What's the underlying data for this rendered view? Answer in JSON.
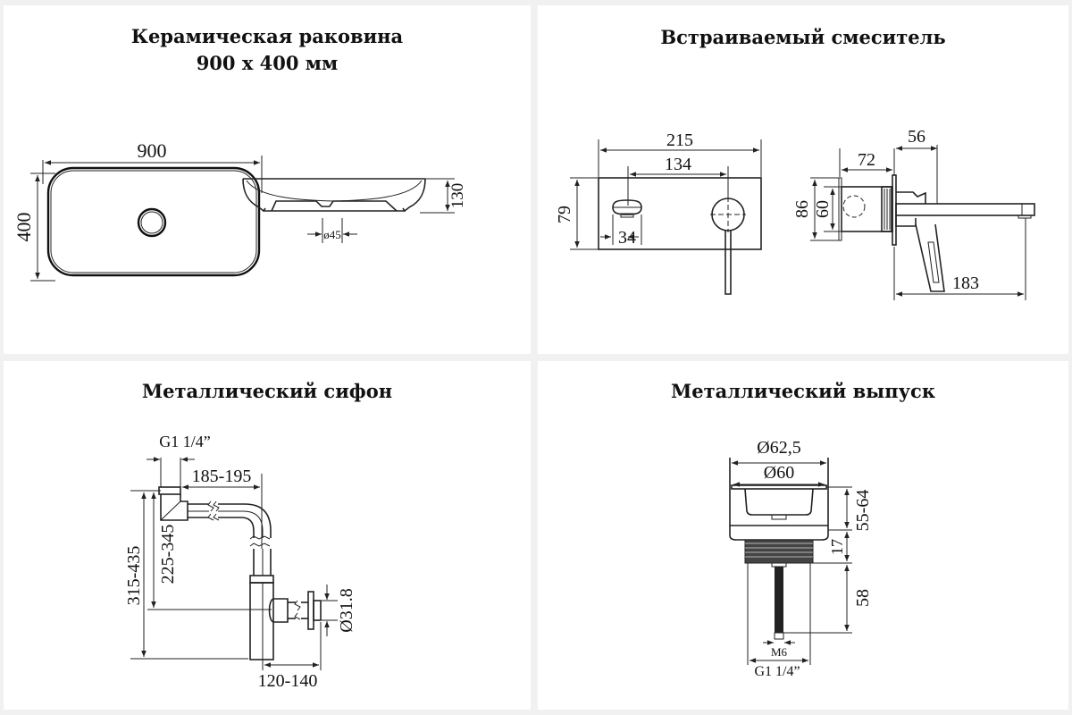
{
  "panels": [
    {
      "title_line1": "Керамическая раковина",
      "title_line2": "900 х 400 мм",
      "dimensions": {
        "width": "900",
        "height": "400",
        "depth": "130",
        "drain": "ø45"
      }
    },
    {
      "title_line1": "Встраиваемый смеситель",
      "dimensions": {
        "plate_width": "215",
        "centers": "134",
        "plate_height": "79",
        "knob": "34",
        "body_depth": "72",
        "flange": "56",
        "body_outer": "86",
        "body_inner": "60",
        "spout": "183"
      }
    },
    {
      "title_line1": "Металлический сифон",
      "dimensions": {
        "thread": "G1 1/4”",
        "reach": "185-195",
        "total_height": "315-435",
        "outlet_height": "225-345",
        "outlet_diameter": "Ø31.8",
        "outlet_length": "120-140"
      }
    },
    {
      "title_line1": "Металлический выпуск",
      "dimensions": {
        "outer_diameter": "Ø62,5",
        "inner_diameter": "Ø60",
        "height_range": "55-64",
        "flange_height": "17",
        "stem_length": "58",
        "stem_thread": "M6",
        "thread": "G1 1/4”"
      }
    }
  ],
  "colors": {
    "line": "#222222",
    "background": "#ffffff",
    "gutter": "#f1f1f1"
  }
}
